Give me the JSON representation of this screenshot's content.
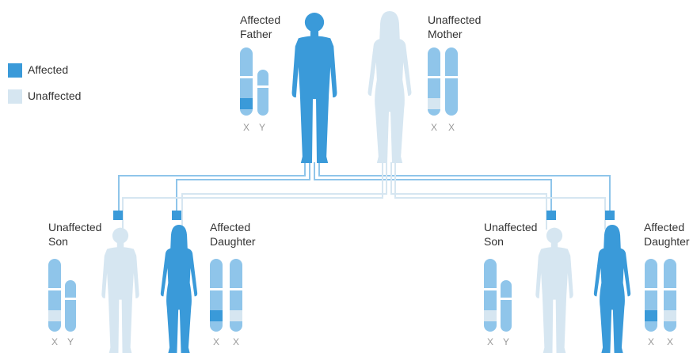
{
  "colors": {
    "affected": "#3a9ad9",
    "unaffected": "#d6e6f1",
    "chromosome": "#8fc5ea",
    "line": "#8fc5ea"
  },
  "legend": {
    "affected": "Affected",
    "unaffected": "Unaffected"
  },
  "father": {
    "line1": "Affected",
    "line2": "Father",
    "chr1": "X",
    "chr2": "Y"
  },
  "mother": {
    "line1": "Unaffected",
    "line2": "Mother",
    "chr1": "X",
    "chr2": "X"
  },
  "son_left": {
    "line1": "Unaffected",
    "line2": "Son",
    "chr1": "X",
    "chr2": "Y"
  },
  "daughter_left": {
    "line1": "Affected",
    "line2": "Daughter",
    "chr1": "X",
    "chr2": "X"
  },
  "son_right": {
    "line1": "Unaffected",
    "line2": "Son",
    "chr1": "X",
    "chr2": "Y"
  },
  "daughter_right": {
    "line1": "Affected",
    "line2": "Daughter",
    "chr1": "X",
    "chr2": "X"
  }
}
